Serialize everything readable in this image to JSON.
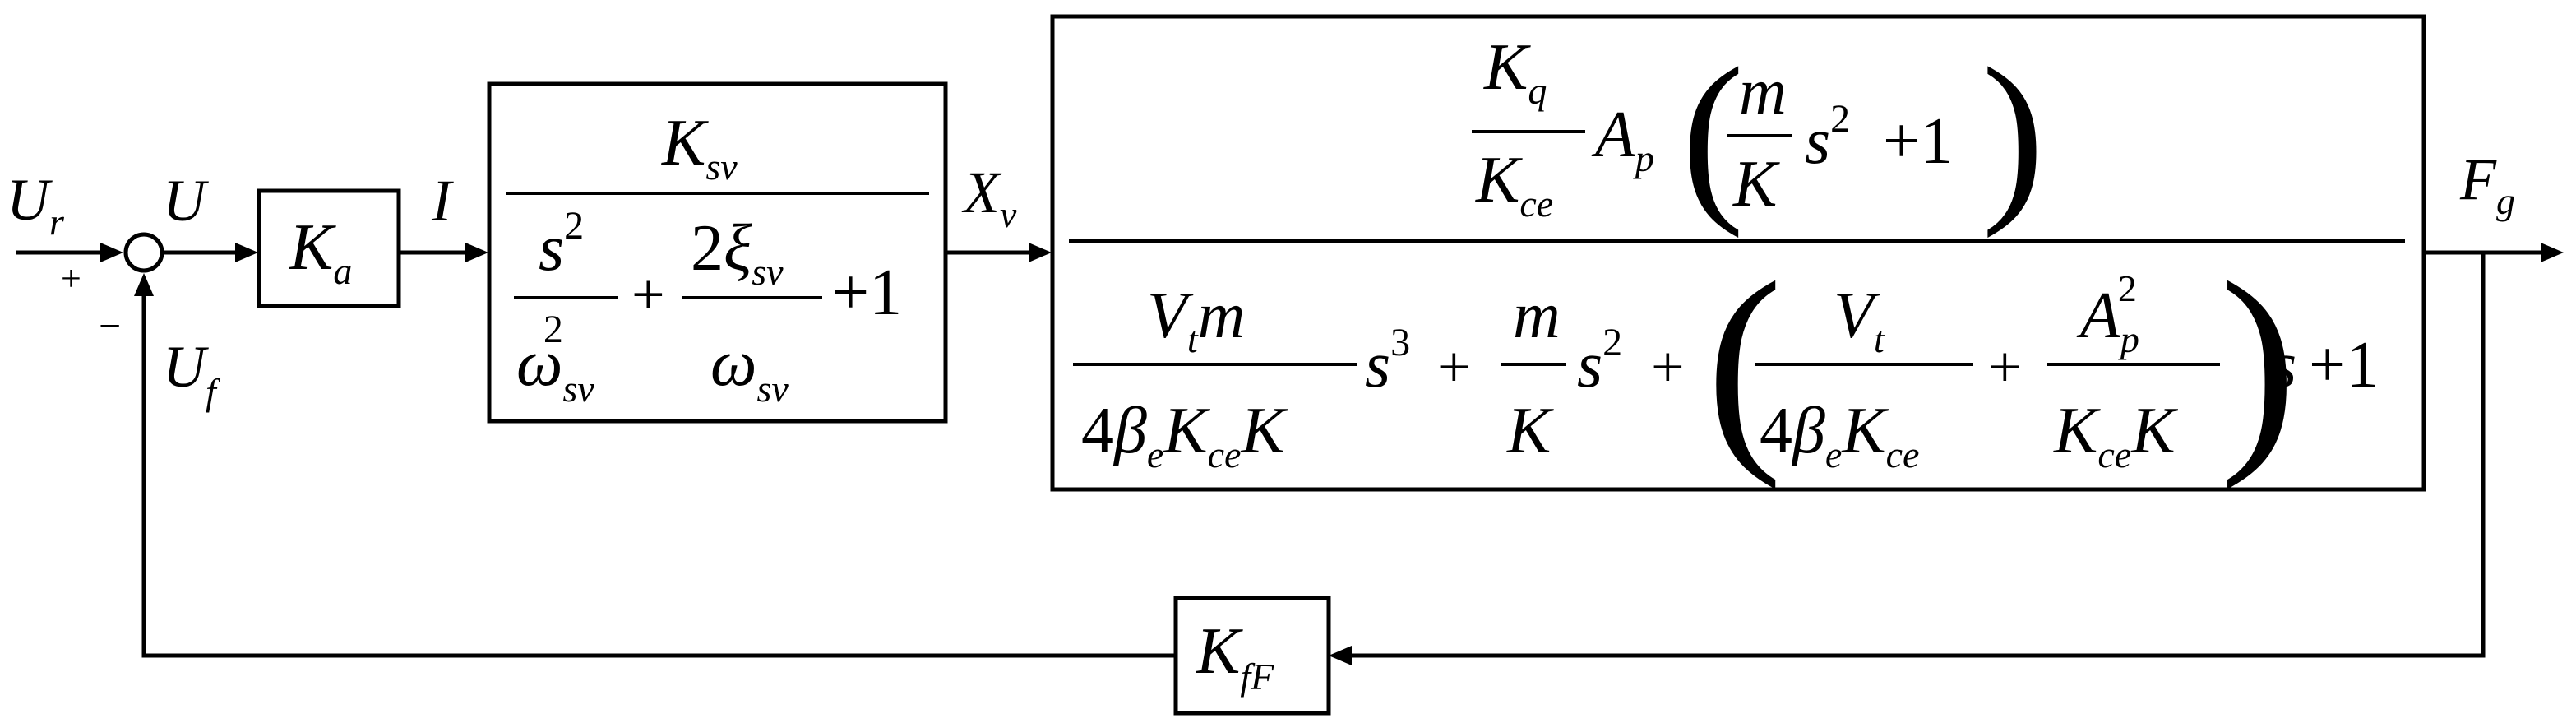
{
  "signals": {
    "input": {
      "base": "U",
      "sub": "r"
    },
    "error": {
      "base": "U"
    },
    "current": {
      "base": "I"
    },
    "valve_disp": {
      "base": "X",
      "sub": "v"
    },
    "output": {
      "base": "F",
      "sub": "g"
    },
    "feedback": {
      "base": "U",
      "sub": "f"
    }
  },
  "summing_junction": {
    "plus_sign": "+",
    "minus_sign": "−"
  },
  "blocks": {
    "amplifier": {
      "base": "K",
      "sub": "a"
    },
    "servo_valve": {
      "numerator": {
        "base": "K",
        "sub": "sv"
      },
      "den_s": "s",
      "den_exp": "2",
      "den_omega": "ω",
      "den_omega_sub": "sv",
      "den_omega_exp": "2",
      "plus": "+",
      "den_two": "2",
      "den_xi": "ξ",
      "den_xi_sub": "sv",
      "den_omega2": "ω",
      "den_omega2_sub": "sv",
      "plus_one": "+1"
    },
    "plant": {
      "num": {
        "Kq": "K",
        "Kq_sub": "q",
        "Kce": "K",
        "Kce_sub": "ce",
        "Ap": "A",
        "Ap_sub": "p",
        "m": "m",
        "K": "K",
        "s": "s",
        "s_exp": "2",
        "plus_one": "+1",
        "lparen": "(",
        "rparen": ")"
      },
      "den": {
        "t1_num_V": "V",
        "t1_num_V_sub": "t",
        "t1_num_m": "m",
        "t1_den_4": "4",
        "t1_den_beta": "β",
        "t1_den_beta_sub": "e",
        "t1_den_K": "K",
        "t1_den_K_sub": "ce",
        "t1_den_K2": "K",
        "s3": "s",
        "s3_exp": "3",
        "plus1": "+",
        "t2_num": "m",
        "t2_den": "K",
        "s2": "s",
        "s2_exp": "2",
        "plus2": "+",
        "lparen": "(",
        "rparen": ")",
        "t3_num_V": "V",
        "t3_num_V_sub": "t",
        "t3_den_4": "4",
        "t3_den_beta": "β",
        "t3_den_beta_sub": "e",
        "t3_den_K": "K",
        "t3_den_K_sub": "ce",
        "plus3": "+",
        "t4_num_A": "A",
        "t4_num_A_sub": "p",
        "t4_num_A_exp": "2",
        "t4_den_K": "K",
        "t4_den_K_sub": "ce",
        "t4_den_K2": "K",
        "s1": "s",
        "plus_one": "+1"
      }
    },
    "feedback_gain": {
      "base": "K",
      "sub": "fF"
    }
  }
}
